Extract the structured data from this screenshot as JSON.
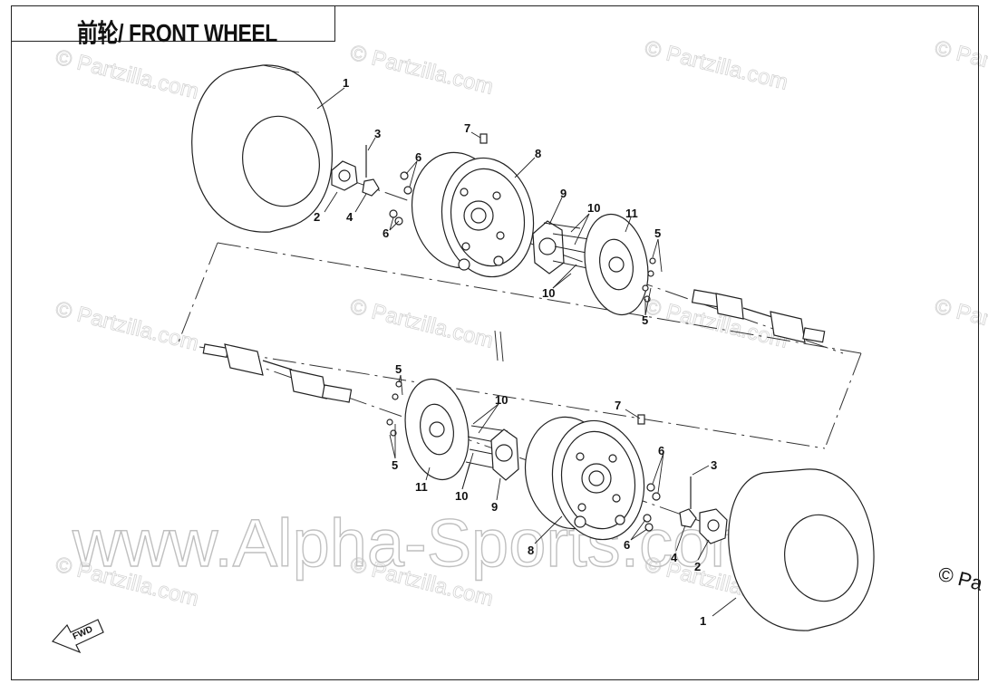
{
  "title": "前轮/ FRONT WHEEL",
  "watermark_text": "© Partzilla.com",
  "brand_watermark": "www.Alpha-Sports.com",
  "edge_watermark": "© Pa",
  "direction_label": "FWD",
  "callouts": {
    "upper": [
      "1",
      "2",
      "3",
      "4",
      "6",
      "6",
      "7",
      "8",
      "9",
      "10",
      "10",
      "11",
      "5",
      "5"
    ],
    "lower": [
      "5",
      "5",
      "10",
      "10",
      "11",
      "9",
      "7",
      "8",
      "6",
      "6",
      "3",
      "4",
      "2",
      "1"
    ]
  },
  "colors": {
    "line": "#222222",
    "watermark": "#cccccc"
  }
}
